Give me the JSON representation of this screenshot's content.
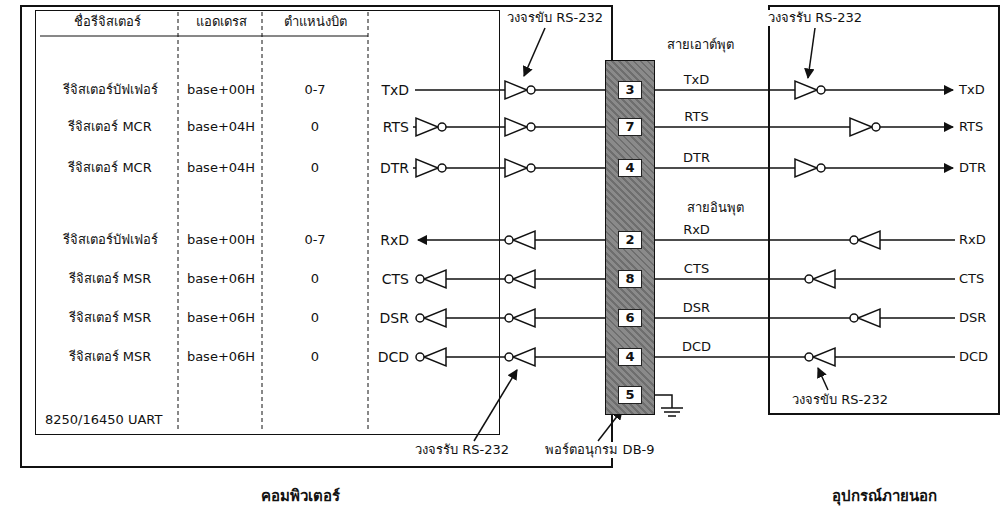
{
  "diagram": {
    "nodes": [
      {
        "text": [
          "คอมพิวเตอร์"
        ]
      },
      {
        "text": [
          "8250/16450 UART"
        ],
        "in": 0
      },
      {
        "text": [
          "3",
          "7",
          "4",
          "2",
          "8",
          "6",
          "4",
          "5"
        ]
      },
      {
        "text": [
          "อุปกรณ์ภายนอก"
        ]
      }
    ],
    "edges": [
      {
        "from": 2,
        "to": 3,
        "arrow": "none",
        "label": "TxD"
      },
      {
        "from": 2,
        "to": 3,
        "arrow": "none",
        "label": "RTS"
      },
      {
        "from": 2,
        "to": 3,
        "arrow": "none",
        "label": "DTR"
      },
      {
        "from": 2,
        "to": 3,
        "arrow": "none",
        "label": "RxD"
      },
      {
        "from": 2,
        "to": 3,
        "arrow": "none",
        "label": "CTS"
      },
      {
        "from": 2,
        "to": 3,
        "arrow": "none",
        "label": "DSR"
      },
      {
        "from": 2,
        "to": 3,
        "arrow": "none",
        "label": "DCD"
      }
    ],
    "labels": [
      "ชื่อรีจิสเตอร์",
      "แอดเดรส",
      "ตำแหน่งบิต",
      "รีจิสเตอร์บัฟเฟอร์",
      "base+00H",
      "0-7",
      "รีจิสเตอร์ MCR",
      "base+04H",
      "0",
      "รีจิสเตอร์ MCR",
      "base+04H",
      "0",
      "รีจิสเตอร์บัฟเฟอร์",
      "base+00H",
      "0-7",
      "รีจิสเตอร์ MSR",
      "base+06H",
      "0",
      "รีจิสเตอร์ MSR",
      "base+06H",
      "0",
      "รีจิสเตอร์ MSR",
      "base+06H",
      "0",
      "TxD",
      "RTS",
      "DTR",
      "RxD",
      "CTS",
      "DSR",
      "DCD",
      "วงจรขับ RS-232",
      "วงจรรับ RS-232",
      "สายเอาต์พุต",
      "สายอินพุต",
      "พอร์ตอนุกรม DB-9",
      "วงจรรับ RS-232",
      "TxD",
      "RTS",
      "DTR",
      "RxD",
      "CTS",
      "DSR",
      "DCD",
      "วงจรขับ RS-232"
    ]
  }
}
